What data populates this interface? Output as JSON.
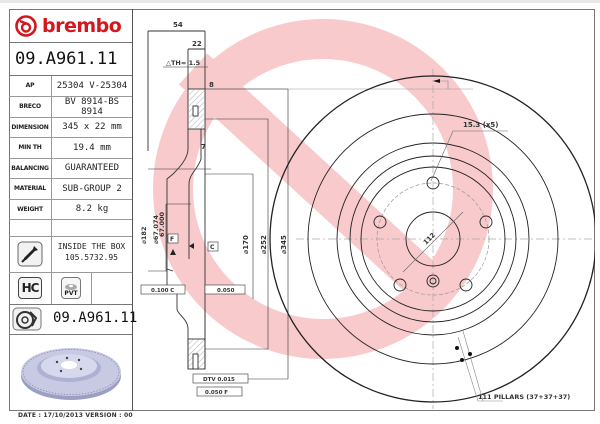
{
  "header": {
    "brand": "brembo",
    "brand_color": "#d4161d",
    "part_number": "09.A961.11"
  },
  "specs": [
    {
      "key": "AP",
      "value": "25304 V-25304"
    },
    {
      "key": "BRECO",
      "value": "BV 8914-BS 8914"
    },
    {
      "key": "DIMENSION",
      "value": "345 x 22 mm"
    },
    {
      "key": "MIN TH",
      "value": "19.4 mm"
    },
    {
      "key": "BALANCING",
      "value": "GUARANTEED"
    },
    {
      "key": "MATERIAL",
      "value": "SUB-GROUP 2"
    },
    {
      "key": "WEIGHT",
      "value": "8.2 kg"
    }
  ],
  "inside_box": {
    "icon": "screw-icon",
    "line1": "INSIDE THE BOX",
    "line2": "105.5732.95"
  },
  "badges": {
    "hc": "HC",
    "pvt": "PVT"
  },
  "reference": {
    "icon": "disc-wheel-icon",
    "part_number": "09.A961.11"
  },
  "footer": {
    "date_version": "DATE : 17/10/2013 VERSION : 00"
  },
  "drawing": {
    "section": {
      "dim_54": "54",
      "dim_22": "22",
      "delta_th": "△TH= 1.5",
      "dim_8": "8",
      "dim_7": "7",
      "dia_182": "⌀182",
      "dia_67_074": "⌀67.074",
      "dia_67_000": "67.000",
      "dia_170": "⌀170",
      "dia_252": "⌀252",
      "dia_345": "⌀345",
      "datum_f": "F",
      "datum_c": "C",
      "tol_runout_c": "0.100 C",
      "tol_flatness": "0.050",
      "tol_dtv": "DTV 0.015",
      "tol_parallel_f": "0.050 F"
    },
    "front": {
      "bolt_hole_label": "15.3 (x5)",
      "pcd": "112",
      "pillars_label": "111 PILLARS (37+37+37)"
    }
  }
}
